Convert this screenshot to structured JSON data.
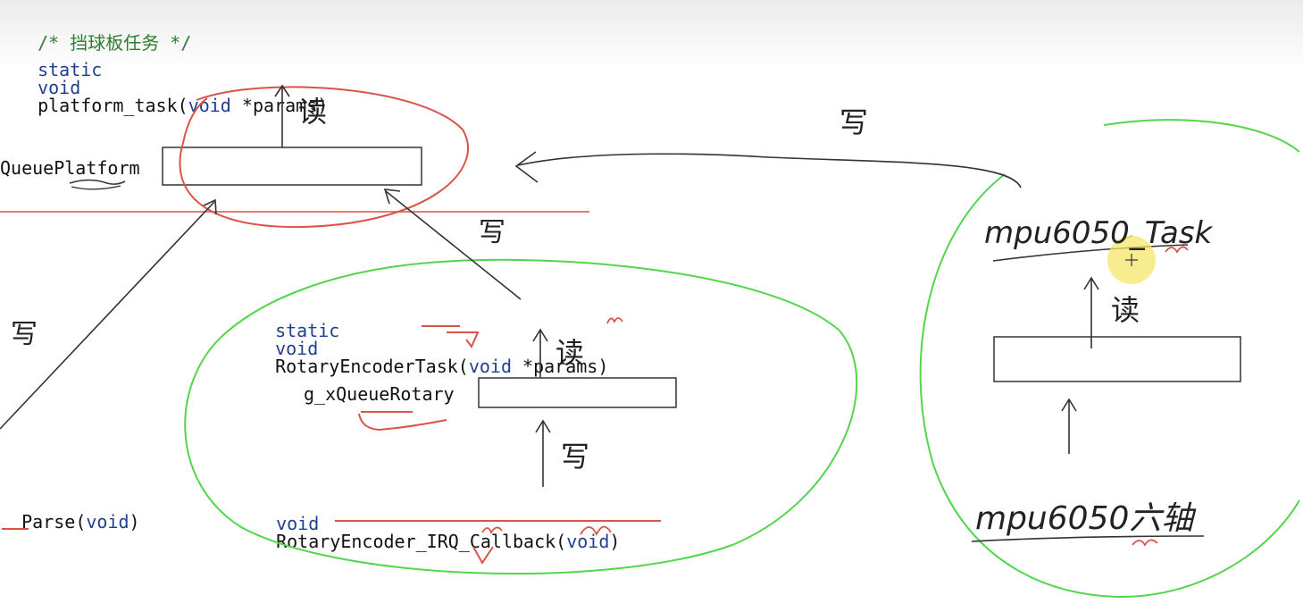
{
  "header": {
    "comment": "/* 挡球板任务 */",
    "static_kw": "static",
    "void_kw": "void",
    "func_name": "platform_task",
    "params_open": "(",
    "params_void": "void",
    "params_rest": " *params)"
  },
  "platform_queue": {
    "label": "QueuePlatform"
  },
  "rotary_task": {
    "static_kw": "static",
    "void_kw": "void",
    "name": "RotaryEncoderTask",
    "paren": "(",
    "param_void": "void",
    "param_rest": " *params)"
  },
  "rotary_queue": {
    "label": "g_xQueueRotary"
  },
  "rotary_irq": {
    "void_kw": "void",
    "name": "RotaryEncoder_IRQ_Callback",
    "paren": "(",
    "param_void": "void",
    "paren_close": ")"
  },
  "parse_fn": {
    "name": "Parse",
    "paren": "(",
    "param_void": "void",
    "paren_close": ")"
  },
  "annotations": {
    "read": "读",
    "write": "写",
    "mpu_task": "mpu6050_Task",
    "mpu_sensor": "mpu6050六轴"
  },
  "colors": {
    "red": "#d9534a",
    "green": "#52d64b",
    "ink": "#333333",
    "keyword": "#1f3f8f",
    "comment": "#2e7d32"
  }
}
